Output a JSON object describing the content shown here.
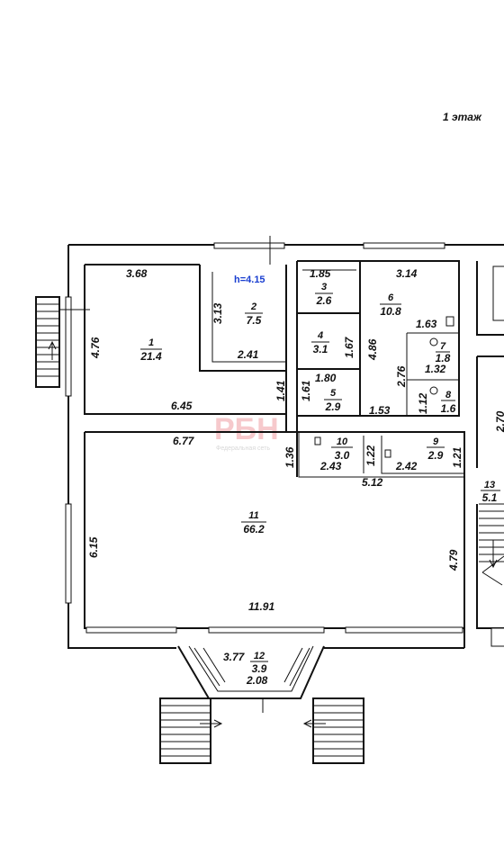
{
  "floor_label": "1 этаж",
  "height_label": "h=4.15",
  "watermark": {
    "logo": "РБН",
    "caption": "Федеральная сеть"
  },
  "rooms": [
    {
      "number": "1",
      "area": "21.4"
    },
    {
      "number": "2",
      "area": "7.5"
    },
    {
      "number": "3",
      "area": "2.6"
    },
    {
      "number": "4",
      "area": "3.1"
    },
    {
      "number": "5",
      "area": "2.9"
    },
    {
      "number": "6",
      "area": "10.8"
    },
    {
      "number": "7",
      "area": "1.8"
    },
    {
      "number": "8",
      "area": "1.6"
    },
    {
      "number": "9",
      "area": "2.9"
    },
    {
      "number": "10",
      "area": "3.0"
    },
    {
      "number": "11",
      "area": "66.2"
    },
    {
      "number": "12",
      "area": "3.9"
    },
    {
      "number": "13",
      "area": "5.1"
    }
  ],
  "dimensions": [
    "3.68",
    "3.13",
    "2.41",
    "4.76",
    "6.45",
    "1.41",
    "1.85",
    "1.61",
    "1.67",
    "1.80",
    "3.14",
    "4.86",
    "1.63",
    "2.76",
    "1.32",
    "1.53",
    "1.12",
    "6.77",
    "1.36",
    "2.43",
    "1.22",
    "2.42",
    "1.21",
    "5.12",
    "6.15",
    "4.79",
    "11.91",
    "3.77",
    "2.08",
    "2.70"
  ]
}
